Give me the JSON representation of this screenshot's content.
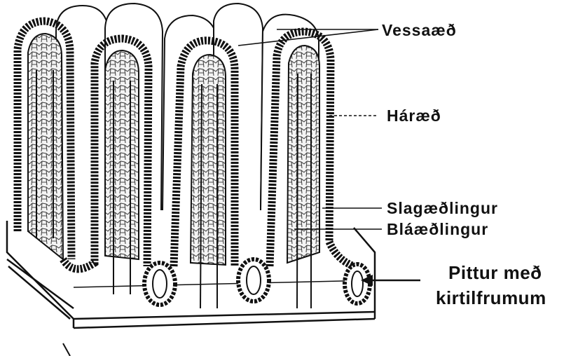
{
  "labels": {
    "vessaed": "Vessaæð",
    "haraed": "Háræð",
    "slagaedlingur": "Slagæðlingur",
    "blaaedlingur": "Bláæðlingur",
    "pittur_line1": "Pittur með",
    "pittur_line2": "kirtilfrumum"
  },
  "colors": {
    "ink": "#111111",
    "background": "#ffffff",
    "cell_fill": "#d8d8d8"
  }
}
